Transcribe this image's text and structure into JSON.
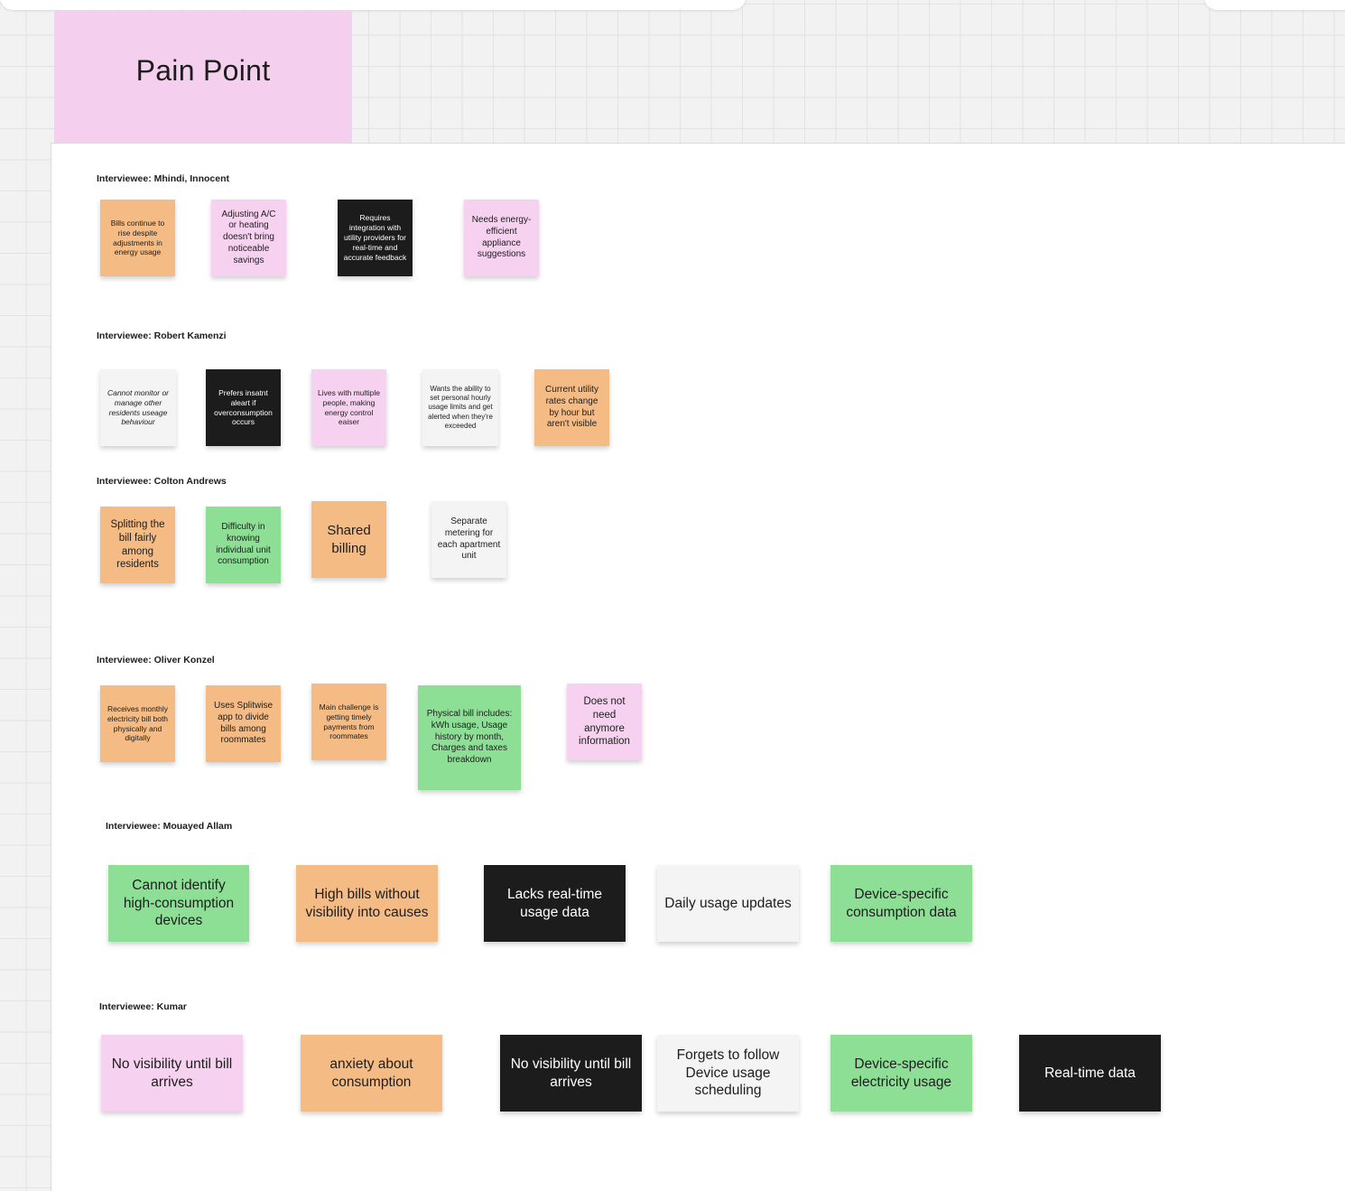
{
  "board": {
    "title": "Pain Point",
    "sections": [
      {
        "label": "Interviewee: Mhindi, Innocent",
        "notes": [
          {
            "text": "Bills continue to rise despite adjustments in energy usage",
            "color": "orange"
          },
          {
            "text": "Adjusting A/C or heating doesn't bring noticeable savings",
            "color": "pink"
          },
          {
            "text": "Requires integration with utility providers for real-time and accurate feedback",
            "color": "black"
          },
          {
            "text": "Needs energy-efficient appliance suggestions",
            "color": "pink"
          }
        ]
      },
      {
        "label": "Interviewee: Robert Kamenzi",
        "notes": [
          {
            "text": "Cannot monitor or manage other residents useage behaviour",
            "color": "white"
          },
          {
            "text": "Prefers insatnt aleart if overconsumption occurs",
            "color": "black"
          },
          {
            "text": "Lives with multiple people, making energy control eaiser",
            "color": "pink"
          },
          {
            "text": "Wants the ability to set personal hourly usage limits and get alerted when they're exceeded",
            "color": "white"
          },
          {
            "text": "Current utility rates  change by hour but aren't visible",
            "color": "orange"
          }
        ]
      },
      {
        "label": "Interviewee: Colton Andrews",
        "notes": [
          {
            "text": "Splitting the bill fairly among residents",
            "color": "orange"
          },
          {
            "text": "Difficulty in knowing individual unit consumption",
            "color": "green"
          },
          {
            "text": "Shared billing",
            "color": "orange"
          },
          {
            "text": "Separate metering for each apartment unit",
            "color": "white"
          }
        ]
      },
      {
        "label": "Interviewee: Oliver Konzel",
        "notes": [
          {
            "text": "Receives monthly electricity bill both physically and digitally",
            "color": "orange"
          },
          {
            "text": "Uses Splitwise app to divide bills among roommates",
            "color": "orange"
          },
          {
            "text": "Main challenge is getting timely payments from roommates",
            "color": "orange"
          },
          {
            "text": "Physical bill includes: kWh usage, Usage history by month, Charges and taxes breakdown",
            "color": "green"
          },
          {
            "text": "Does not need anymore information",
            "color": "pink"
          }
        ]
      },
      {
        "label": "Interviewee: Mouayed Allam",
        "notes": [
          {
            "text": "Cannot identify high-consumption devices",
            "color": "green"
          },
          {
            "text": "High bills without visibility into causes",
            "color": "orange"
          },
          {
            "text": "Lacks real-time usage data",
            "color": "black"
          },
          {
            "text": "Daily usage updates",
            "color": "white"
          },
          {
            "text": "Device-specific consumption data",
            "color": "green"
          }
        ]
      },
      {
        "label": "Interviewee: Kumar",
        "notes": [
          {
            "text": "No visibility until bill arrives",
            "color": "pink"
          },
          {
            "text": "anxiety about consumption",
            "color": "orange"
          },
          {
            "text": "No visibility until bill arrives",
            "color": "black"
          },
          {
            "text": "Forgets to follow Device usage scheduling",
            "color": "white"
          },
          {
            "text": "Device-specific electricity usage",
            "color": "green"
          },
          {
            "text": "Real-time data",
            "color": "black"
          }
        ]
      }
    ]
  }
}
